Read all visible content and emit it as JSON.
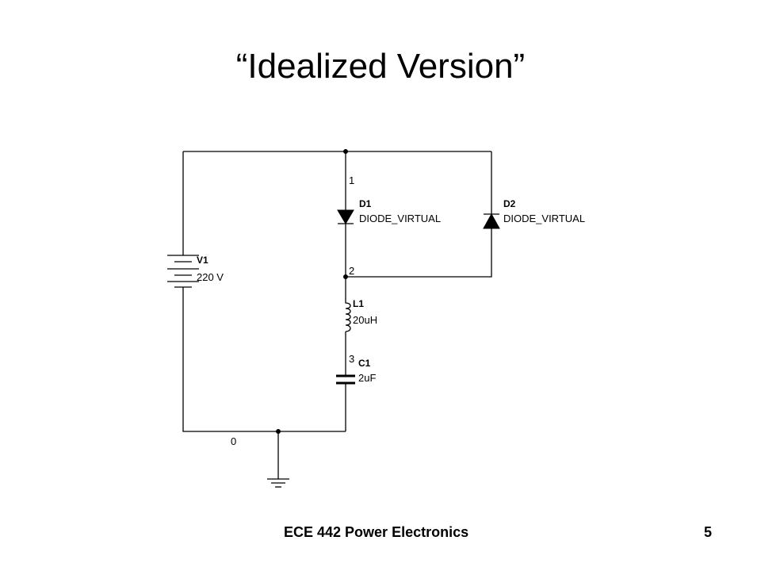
{
  "slide": {
    "title": "“Idealized Version”",
    "footer": "ECE 442 Power Electronics",
    "page_number": "5"
  },
  "circuit": {
    "nodes": [
      "0",
      "1",
      "2",
      "3"
    ],
    "components": {
      "V1": {
        "ref": "V1",
        "value": "220 V"
      },
      "D1": {
        "ref": "D1",
        "value": "DIODE_VIRTUAL"
      },
      "D2": {
        "ref": "D2",
        "value": "DIODE_VIRTUAL"
      },
      "L1": {
        "ref": "L1",
        "value": "20uH"
      },
      "C1": {
        "ref": "C1",
        "value": "2uF"
      }
    }
  }
}
